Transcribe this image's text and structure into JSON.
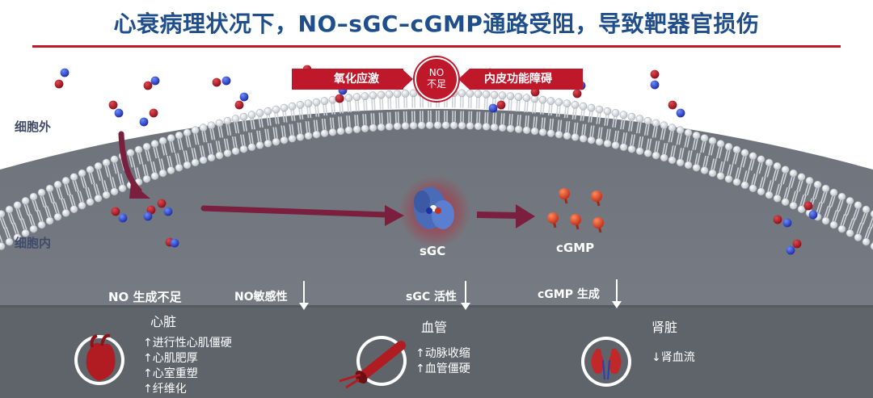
{
  "title": "心衰病理状况下，NO–sGC–cGMP通路受阻，导致靶器官损伤",
  "regions": {
    "outside": "细胞外",
    "inside": "细胞内"
  },
  "top_causes": {
    "left": "氧化应激",
    "center_line1": "NO",
    "center_line2": "不足",
    "right": "内皮功能障碍"
  },
  "molecules": {
    "sgc": "sGC",
    "cgmp": "cGMP"
  },
  "pathway": {
    "no_label": "NO 生成不足",
    "steps": [
      {
        "label": "NO敏感性"
      },
      {
        "label": "sGC 活性"
      },
      {
        "label": "cGMP 生成"
      }
    ]
  },
  "organs": [
    {
      "name": "心脏",
      "effects": [
        "↑进行性心肌僵硬",
        "↑心肌肥厚",
        "↑心室重塑",
        "↑纤维化"
      ],
      "icon": "heart-icon"
    },
    {
      "name": "血管",
      "effects": [
        "↑动脉收缩",
        "↑血管僵硬"
      ],
      "icon": "blood-vessel-icon"
    },
    {
      "name": "肾脏",
      "effects": [
        "↓肾血流"
      ],
      "icon": "kidney-icon"
    }
  ],
  "colors": {
    "title": "#1f4e8c",
    "accent": "#c0182b",
    "arrow": "#7a1f3d",
    "cell": "#6b7280",
    "organ_band": "#5f646b"
  }
}
